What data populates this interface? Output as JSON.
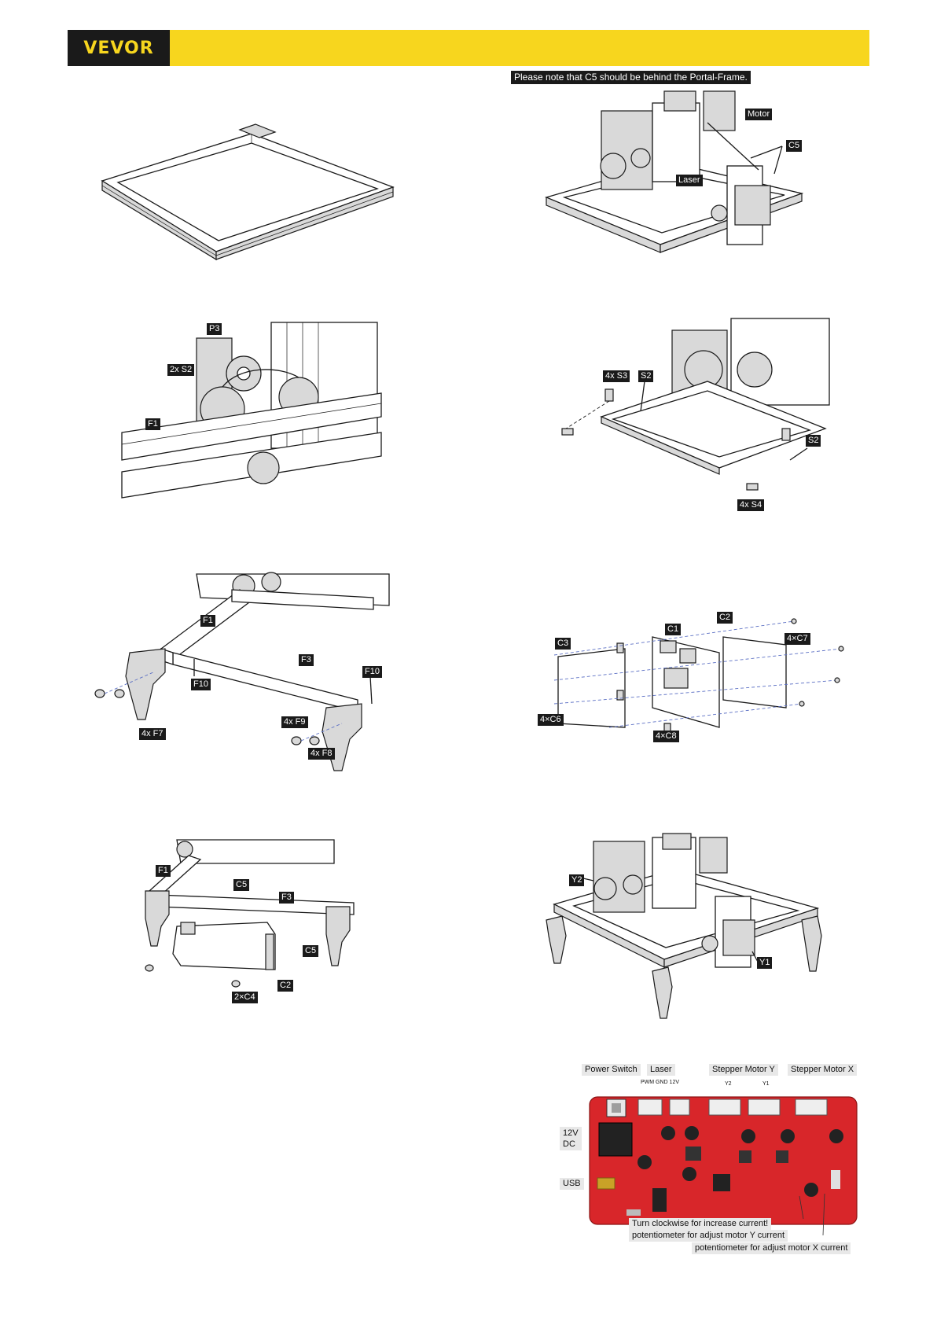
{
  "brand": {
    "logo": "VEVOR",
    "accent_color": "#f7d61e"
  },
  "step2": {
    "note": "Please note that C5 should be behind the Portal-Frame.",
    "motor": "Motor",
    "c5": "C5",
    "laser": "Laser"
  },
  "step3": {
    "p3": "P3",
    "s2": "2x S2",
    "f1": "F1"
  },
  "step4": {
    "s3": "4x S3",
    "s2a": "S2",
    "s2b": "S2",
    "s4": "4x S4"
  },
  "step5": {
    "f1": "F1",
    "f3": "F3",
    "f10a": "F10",
    "f10b": "F10",
    "f7": "4x F7",
    "f9": "4x F9",
    "f8": "4x F8"
  },
  "step6": {
    "c2": "C2",
    "c1": "C1",
    "c3": "C3",
    "c7": "4×C7",
    "c6": "4×C6",
    "c8": "4×C8"
  },
  "step7": {
    "f1": "F1",
    "c5a": "C5",
    "f3": "F3",
    "c5b": "C5",
    "c2": "C2",
    "c4": "2×C4"
  },
  "step8": {
    "y2": "Y2",
    "y1": "Y1"
  },
  "board": {
    "power_switch": "Power Switch",
    "laser": "Laser",
    "stepper_y": "Stepper Motor Y",
    "stepper_x": "Stepper Motor X",
    "pwm_gnd": "PWM GND 12V",
    "y2": "Y2",
    "y1": "Y1",
    "dc": "12V\nDC",
    "usb": "USB",
    "note1": "Turn clockwise for increase current!",
    "note2": "potentiometer for adjust motor Y current",
    "note3": "potentiometer for adjust motor X current",
    "board_color": "#d8262a"
  }
}
